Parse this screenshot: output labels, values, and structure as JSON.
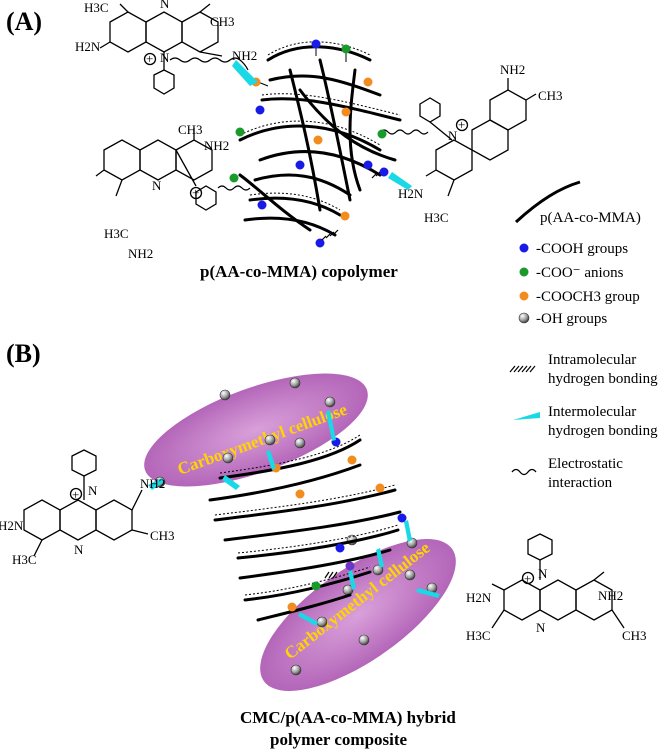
{
  "panel_a": {
    "label": "(A)",
    "caption": "p(AA-co-MMA) copolymer"
  },
  "panel_b": {
    "label": "(B)",
    "caption_line1": "CMC/p(AA-co-MMA) hybrid",
    "caption_line2": "polymer composite",
    "cellulose_label": "Carboxymethyl cellulose"
  },
  "chem_labels": {
    "h3c": "H3C",
    "ch3": "CH3",
    "nh2": "NH2",
    "h2n": "H2N",
    "n": "N",
    "plus": "+"
  },
  "legend": {
    "polymer": "p(AA-co-MMA)",
    "cooh": "-COOH groups",
    "coo_anions": "-COO⁻ anions",
    "cooch3": "-COOCH3 group",
    "oh": "-OH groups",
    "intra_line1": "Intramolecular",
    "intra_line2": "hydrogen bonding",
    "inter_line1": "Intermolecular",
    "inter_line2": "hydrogen bonding",
    "electro_line1": "Electrostatic",
    "electro_line2": "interaction"
  },
  "colors": {
    "cooh": "#1a1ae6",
    "coo": "#1a9a2a",
    "cooch3": "#f28c1e",
    "oh": "#9a9a9a",
    "cellulose": "#c678c8",
    "hbond_inter": "#19d9e6",
    "cellulose_text": "#ffd400"
  }
}
